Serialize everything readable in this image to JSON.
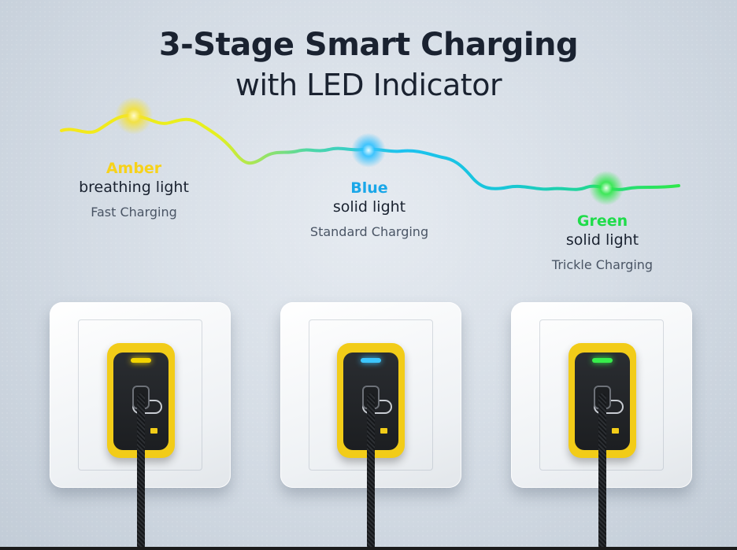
{
  "title": {
    "line1": "3-Stage Smart Charging",
    "line2": "with LED Indicator"
  },
  "stages": [
    {
      "color_name": "Amber",
      "mode": "breathing light",
      "stage": "Fast Charging",
      "color": "#f7d21a",
      "led_color": "#f3d400"
    },
    {
      "color_name": "Blue",
      "mode": "solid light",
      "stage": "Standard Charging",
      "color": "#1aa7e8",
      "led_color": "#3cc6ff"
    },
    {
      "color_name": "Green",
      "mode": "solid light",
      "stage": "Trickle Charging",
      "color": "#1fdc4a",
      "led_color": "#37ef4b"
    }
  ]
}
